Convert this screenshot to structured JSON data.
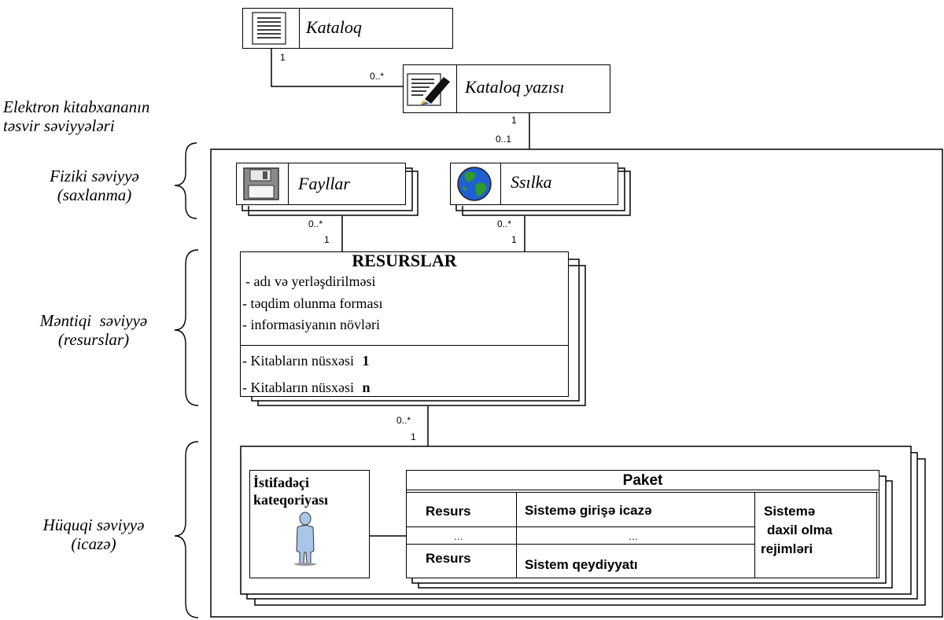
{
  "catalog": {
    "label": "Kataloq",
    "entry_label": "Kataloq yazısı"
  },
  "levels_title": "Elektron kitabxananın təsvir səviyyələri",
  "levels": {
    "physical": [
      "Fiziki səviyyə",
      "(saxlanma)"
    ],
    "logical": [
      "Məntiqi  səviyyə",
      "(resurslar)"
    ],
    "legal": [
      "Hüquqi səviyyə",
      "(icazə)"
    ]
  },
  "physical": {
    "files_label": "Fayllar",
    "link_label": "Ssılka"
  },
  "resources": {
    "title": "RESURSLAR",
    "attributes": [
      "- adı və yerləşdirilməsi",
      "- təqdim olunma forması",
      "- informasiyanın növləri"
    ],
    "copy_label": "- Kitabların nüsxəsi",
    "copy_1": "1",
    "copy_n": "n"
  },
  "legal": {
    "user_category": [
      "İstifadəçi",
      "kateqoriyası"
    ],
    "package_title": "Paket",
    "resource_label": "Resurs",
    "access_label": "Sistemə girişə icazə",
    "registration_label": "Sistem qeydiyyatı",
    "dots": "...",
    "modes": [
      "Sistemə",
      "daxil olma",
      "rejimləri"
    ]
  },
  "multiplicities": {
    "catalog_one": "1",
    "entry_many": "0..*",
    "entry_one": "1",
    "container_opt": "0..1",
    "files_many": "0..*",
    "files_one": "1",
    "link_many": "0..*",
    "link_one": "1",
    "res_many": "0..*",
    "res_one": "1"
  }
}
